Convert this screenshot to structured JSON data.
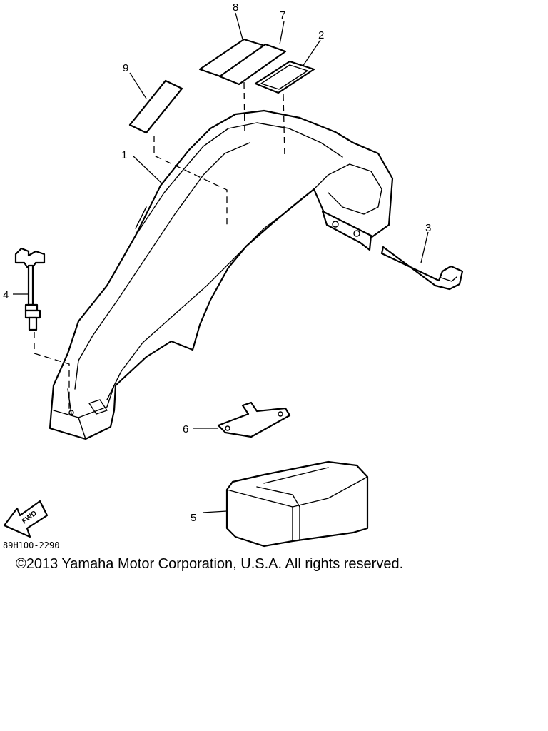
{
  "diagram": {
    "callouts": [
      "1",
      "2",
      "3",
      "4",
      "5",
      "6",
      "7",
      "8",
      "9"
    ],
    "fwd_label": "FWD",
    "diagram_code": "89H100-2290"
  },
  "footer": {
    "copyright": "©2013 Yamaha Motor Corporation, U.S.A. All rights reserved."
  }
}
